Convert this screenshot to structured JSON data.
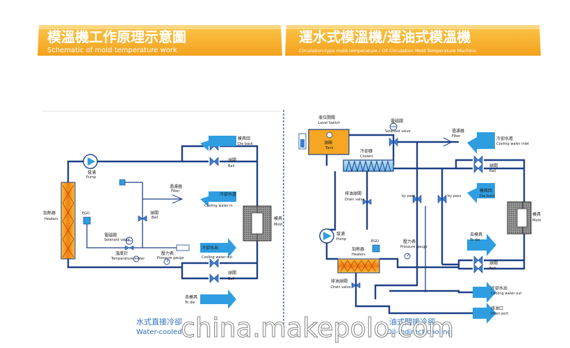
{
  "header": {
    "left_title_cn": "模溫機工作原理示意圖",
    "left_title_en": "Schematic of mold temperature work",
    "right_title_cn": "運水式模溫機/運油式模溫機",
    "right_title_en": "Circulation-type mold temperature / Oil Circulation Mold Temperature Machine"
  },
  "left_diagram": {
    "die_back": {
      "cn": "模具回",
      "en": "Die back"
    },
    "ball_top": {
      "cn": "球閥",
      "en": "Ball"
    },
    "pump": {
      "cn": "泵浦",
      "en": "Pump"
    },
    "filter": {
      "cn": "過濾器",
      "en": "Filter"
    },
    "cooling_in": {
      "cn": "冷卻水進",
      "en": "Cooling water in"
    },
    "heaters": {
      "cn": "加熱器",
      "en": "Heaters"
    },
    "ego": "EGO",
    "ball_mid": {
      "cn": "球閥",
      "en": "Ball"
    },
    "mold": {
      "cn": "模具",
      "en": "Mold"
    },
    "solenoid": {
      "cn": "電磁閥",
      "en": "Solenoid valve"
    },
    "cooling_out": {
      "cn": "冷卻水出",
      "en": "Cooling water out"
    },
    "temp_meter": {
      "cn": "溫度計",
      "en": "Temperature meter"
    },
    "pressure": {
      "cn": "壓力表",
      "en": "Pressure gauge"
    },
    "ball_low": {
      "cn": "球閥",
      "en": "Ball"
    },
    "to_die": {
      "cn": "去模具",
      "en": "To die"
    },
    "caption_cn": "水式直接冷卻",
    "caption_en": "Water-cooled"
  },
  "right_diagram": {
    "level_switch": {
      "cn": "液位開關",
      "en": "Level Switch"
    },
    "tank": {
      "cn": "油箱",
      "en": "Tank"
    },
    "solenoid": {
      "cn": "電磁閥",
      "en": "Solenoid valve"
    },
    "filter": {
      "cn": "過濾器",
      "en": "Filter"
    },
    "cooling_in": {
      "cn": "冷卻水進",
      "en": "Cooling water inlet"
    },
    "coolers": {
      "cn": "冷卻器",
      "en": "Coolers"
    },
    "ball_top": {
      "cn": "球閥",
      "en": "Ball"
    },
    "die_back": {
      "cn": "模具回",
      "en": "Die back"
    },
    "drain_top": {
      "cn": "排油球閥",
      "en": "Drain valve"
    },
    "bypass_a": "by pass",
    "bypass_b": "by pass",
    "mold": {
      "cn": "模具",
      "en": "Mold"
    },
    "pump": {
      "cn": "泵浦",
      "en": "Pump"
    },
    "heaters": {
      "cn": "加熱器",
      "en": "Heaters"
    },
    "ego": "EGO",
    "pressure": {
      "cn": "壓力表",
      "en": "Pressure gauge"
    },
    "to_die": {
      "cn": "去模具",
      "en": "To die"
    },
    "ball_low": {
      "cn": "球閥",
      "en": "Ball"
    },
    "drain_low": {
      "cn": "排油球閥",
      "en": "Drain valve"
    },
    "cooling_out": {
      "cn": "冷卻水出",
      "en": "Cooling water out"
    },
    "drain_out": {
      "cn": "排油口",
      "en": "Drain port"
    },
    "caption_cn": "油式間接冷卻",
    "caption_en": "Oil-indirect cooling"
  },
  "watermark": "china.makepolo.com",
  "colors": {
    "banner": "#f7b733",
    "banner_light": "#fde6ad",
    "pipe": "#1c3f86",
    "arrow": "#2f9ee0",
    "heater": "#f08a1a",
    "tank": "#f5a623",
    "valve": "#3a7fd0"
  }
}
